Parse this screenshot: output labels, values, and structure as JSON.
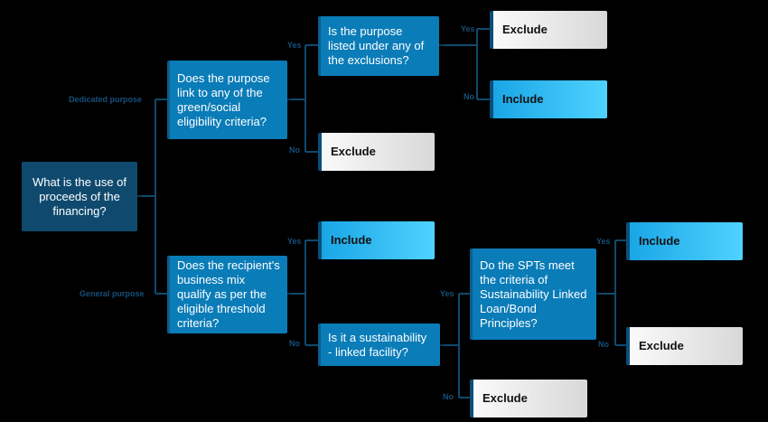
{
  "root": {
    "text": "What is the use of proceeds of the financing?"
  },
  "branches": {
    "dedicated": "Dedicated purpose",
    "general": "General purpose"
  },
  "questions": {
    "link_criteria": "Does the purpose link to any of the green/social eligibility criteria?",
    "exclusions": "Is the purpose listed under any of the exclusions?",
    "business_mix": "Does the recipient's business mix qualify as per the eligible threshold criteria?",
    "sustainability_facility": "Is it a sustainability - linked facility?",
    "spts": "Do the SPTs meet the criteria of Sustainability Linked Loan/Bond Principles?"
  },
  "outcomes": {
    "exclusions_yes": "Exclude",
    "exclusions_no": "Include",
    "link_no": "Exclude",
    "mix_yes": "Include",
    "spts_yes": "Include",
    "spts_no": "Exclude",
    "facility_no": "Exclude"
  },
  "edge_labels": {
    "yes": "Yes",
    "no": "No"
  },
  "colors": {
    "background": "#000000",
    "root_fill": "#0f4a6e",
    "question_fill": "#0a7cb8",
    "include_fill": "#1aa6e6",
    "exclude_fill": "#e6e6e6",
    "connector": "#0f4a6e"
  }
}
